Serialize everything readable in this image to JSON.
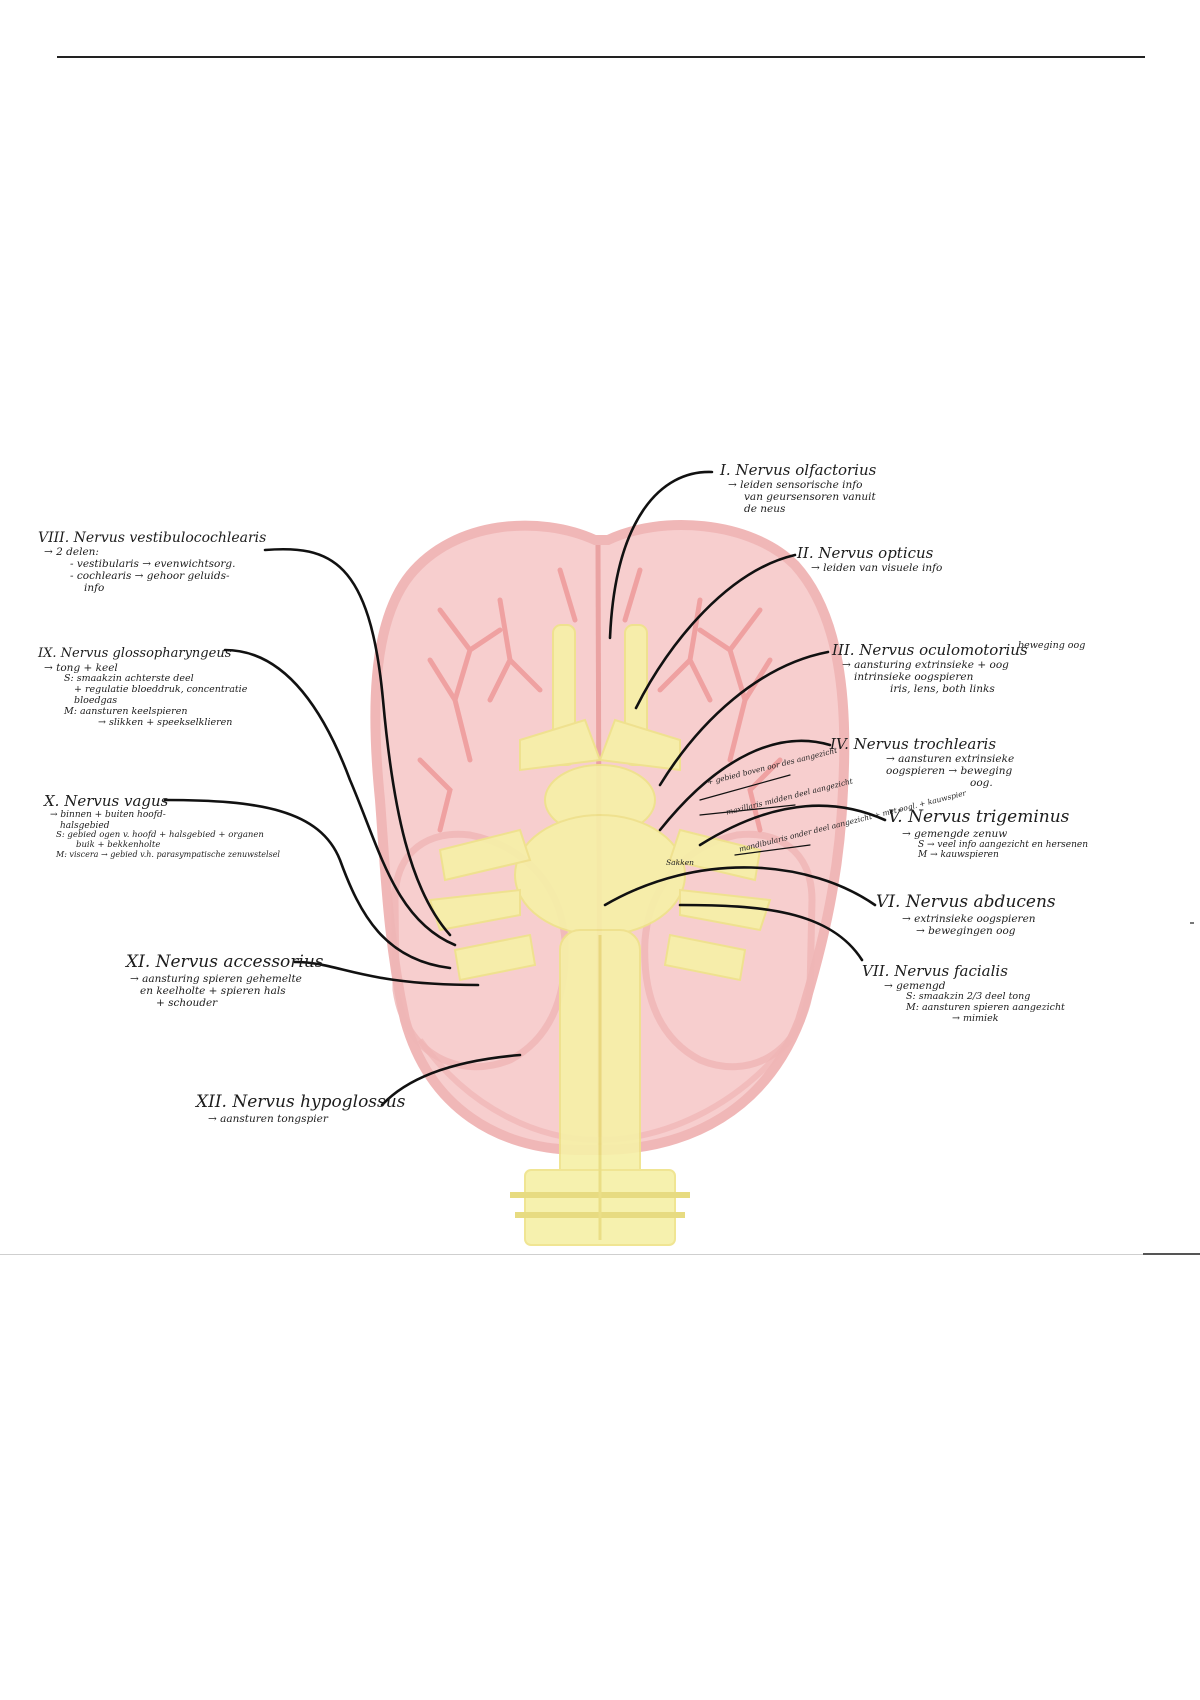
{
  "nerves": {
    "n1": {
      "title": "I. Nervus olfactorius",
      "notes": [
        "→ leiden sensorische info",
        "van geursensoren vanuit",
        "de neus"
      ]
    },
    "n2": {
      "title": "II. Nervus opticus",
      "notes": [
        "→ leiden van visuele info"
      ]
    },
    "n3": {
      "title": "III. Nervus oculomotorius",
      "notes": [
        "→ aansturing extrinsieke + oog",
        "intrinsieke oogspieren",
        "iris, lens, both links"
      ],
      "aside": "beweging oog"
    },
    "n4": {
      "title": "IV. Nervus trochlearis",
      "notes": [
        "→ aansturen extrinsieke",
        "oogspieren → beweging",
        "oog."
      ]
    },
    "n5": {
      "title": "V. Nervus trigeminus",
      "notes": [
        "→ gemengde zenuw",
        "S → veel info aangezicht en hersenen",
        "M → kauwspieren"
      ]
    },
    "n6": {
      "title": "VI. Nervus abducens",
      "notes": [
        "→ extrinsieke oogspieren",
        "→ bewegingen oog"
      ]
    },
    "n7": {
      "title": "VII. Nervus facialis",
      "notes": [
        "→ gemengd",
        "S: smaakzin 2/3 deel tong",
        "M: aansturen spieren aangezicht",
        "→ mimiek"
      ]
    },
    "n8": {
      "title": "VIII. Nervus vestibulocochlearis",
      "notes": [
        "→ 2 delen:",
        "- vestibularis → evenwichtsorg.",
        "- cochlearis → gehoor geluids-",
        "info"
      ]
    },
    "n9": {
      "title": "IX. Nervus glossopharyngeus",
      "notes": [
        "→ tong + keel",
        "S: smaakzin achterste deel",
        "+ regulatie bloeddruk, concentratie",
        "bloedgas",
        "M: aansturen keelspieren",
        "→ slikken + speekselklieren"
      ]
    },
    "n10": {
      "title": "X. Nervus vagus",
      "notes": [
        "→ binnen + buiten hoofd-",
        "halsgebied",
        "S: gebied ogen v. hoofd + halsgebied + organen",
        "buik + bekkenholte",
        "M: viscera → gebied v.h. parasympatische zenuwstelsel"
      ]
    },
    "n11": {
      "title": "XI. Nervus accessorius",
      "notes": [
        "→ aansturing spieren gehemelte",
        "en keelholte + spieren hals",
        "+ schouder"
      ]
    },
    "n12": {
      "title": "XII. Nervus hypoglossus",
      "notes": [
        "→ aansturen tongspier"
      ]
    }
  },
  "trigeminus_branches": {
    "b1": "+ gebied boven oor des aangezicht",
    "b2": "maxillaris midden deel aangezicht",
    "b3": "mandibularis onder deel aangezicht + met oogl. + kauwspier",
    "b4": "Sakken"
  },
  "colors": {
    "brain_fill": "#f7c9c9",
    "brain_vessels": "#ee9a9a",
    "brainstem_fill": "#f6f0a8",
    "leader_lines": "#111111"
  }
}
